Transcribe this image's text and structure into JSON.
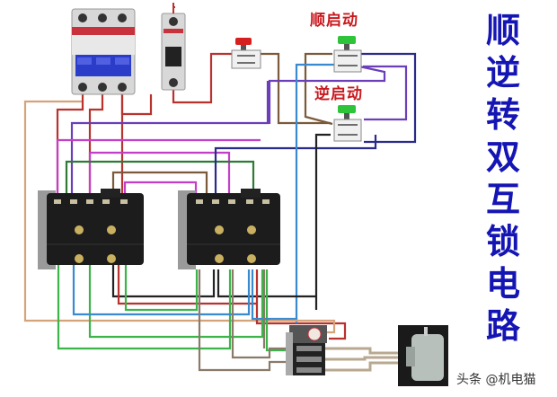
{
  "title_chars": [
    "顺",
    "逆",
    "转",
    "双",
    "互",
    "锁",
    "电",
    "路"
  ],
  "title": "顺逆转双互锁电路",
  "labels": {
    "forward_start": "顺启动",
    "reverse_start": "逆启动"
  },
  "watermark": "头条 @机电猫",
  "components": {
    "main_breaker": "3-pole circuit breaker",
    "control_breaker": "1-pole circuit breaker",
    "stop_button": "stop-button (red)",
    "forward_button": "forward-start-button (green)",
    "reverse_button": "reverse-start-button (green)",
    "contactor_forward": "contactor KM1",
    "contactor_reverse": "contactor KM2",
    "thermal_relay": "thermal overload relay",
    "motor": "3-phase motor"
  },
  "colors": {
    "title": "#1515b4",
    "label": "#c8191e",
    "wire_red": "#b8322e",
    "wire_magenta": "#c23fc8",
    "wire_purple": "#6a3fb8",
    "wire_navy": "#2a2a8a",
    "wire_green": "#3cb44a",
    "wire_dkgreen": "#2e7a36",
    "wire_brown": "#7a5a3a",
    "wire_tan": "#d4a37a",
    "wire_blue": "#3a8ad0",
    "wire_black": "#222222",
    "wire_gray": "#8a7a6a",
    "button_red": "#d62020",
    "button_green": "#2ec43a"
  }
}
